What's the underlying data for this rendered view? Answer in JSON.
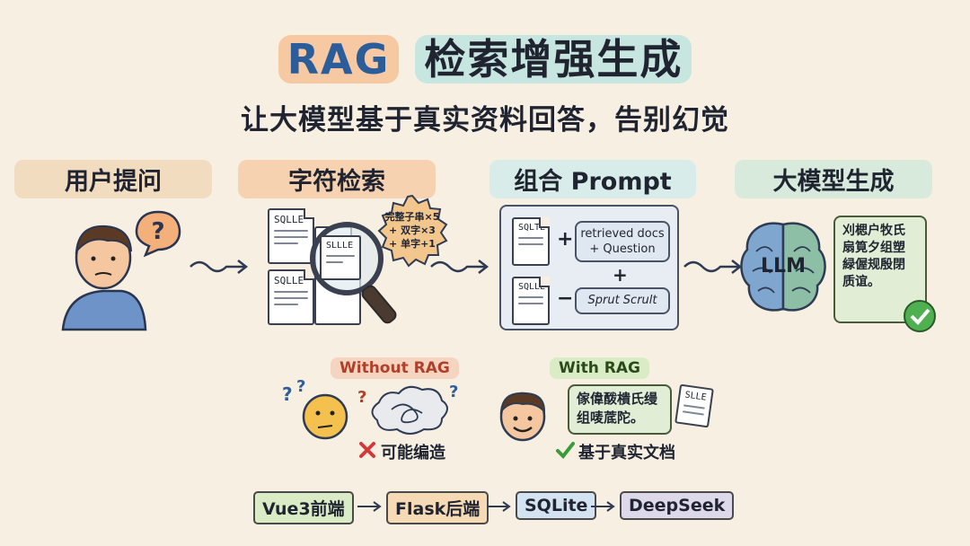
{
  "title": {
    "part1": "RAG",
    "part2": "检索增强生成"
  },
  "subtitle": "让大模型基于真实资料回答，告别幻觉",
  "steps": [
    {
      "label": "用户提问"
    },
    {
      "label": "字符检索"
    },
    {
      "label": "组合 Prompt"
    },
    {
      "label": "大模型生成"
    }
  ],
  "retrieval": {
    "doc_label": "SQLLE",
    "doc_label_2": "SLLLE",
    "badge_lines": [
      "完整子串×5",
      "+ 双字×3",
      "+ 单字+1"
    ]
  },
  "prompt": {
    "doc_label": "SQLTE",
    "doc_label_2": "SQLLE",
    "plus": "+",
    "minus": "−",
    "pill1": "retrieved docs\n+ Question",
    "pill2": "Sprut Scrult"
  },
  "llm": {
    "label": "LLM",
    "output_lines": [
      "刈楒户牧氏",
      "扇筧夕组塑",
      "緑偓规殷閉",
      "质谊。"
    ]
  },
  "comparison": {
    "without": {
      "label": "Without RAG",
      "note": "可能编造"
    },
    "with": {
      "label": "With RAG",
      "note": "基于真实文档",
      "bubble_lines": [
        "傢偉酦樻氏缦",
        "组唛菧陀。"
      ],
      "doc_label": "SLLE"
    }
  },
  "tech_stack": [
    "Vue3前端",
    "Flask后端",
    "SQLite",
    "DeepSeek"
  ],
  "colors": {
    "accent_blue": "#2b5d9a",
    "highlight_orange": "#f7c9a3",
    "highlight_teal": "#c8e6e0",
    "check_green": "#3a9b3a",
    "cross_red": "#d23a3a",
    "tech_green": "#d9ecc5",
    "tech_orange": "#f6d9b5",
    "tech_blue": "#d3e3f1",
    "tech_purple": "#ddd8ea"
  }
}
